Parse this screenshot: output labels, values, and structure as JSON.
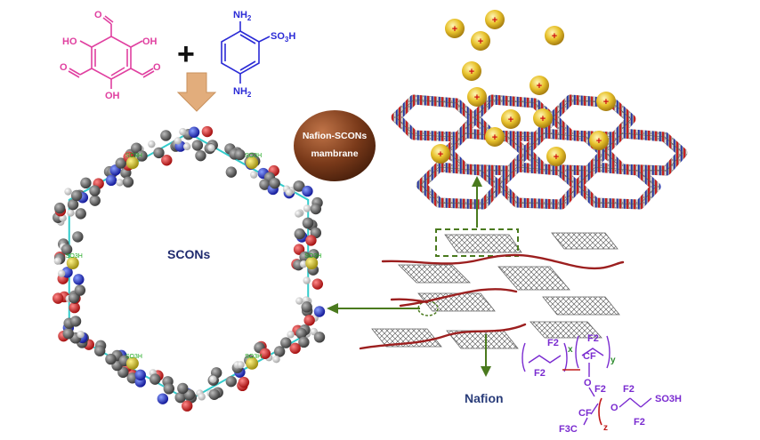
{
  "labels": {
    "center": "SCONs",
    "membrane_line1": "Nafion-SCONs",
    "membrane_line2": "mambrane",
    "nafion": "Nafion",
    "plus": "+",
    "cation": "+"
  },
  "monomer1": {
    "oh_top_left": "HO",
    "oh_top_right": "OH",
    "oh_bottom": "OH",
    "o1": "O",
    "o2": "O",
    "o3": "O"
  },
  "monomer2": {
    "nh2_top": "NH",
    "nh2_top_sub": "2",
    "nh2_bottom": "NH",
    "nh2_bottom_sub": "2",
    "so3h": "SO",
    "so3h_sub": "3",
    "so3h_h": "H"
  },
  "ring_labels": {
    "so3h": "SO3H"
  },
  "nafion_formula": {
    "f2_a": "F2",
    "f2_b": "F2",
    "f2_c": "F2",
    "cf": "CF",
    "x": "x",
    "y": "y",
    "z": "z",
    "o1": "O",
    "o2": "O",
    "f2_d": "F2",
    "f2_e": "F2",
    "f2_f": "F2",
    "cf2": "CF",
    "f3c": "F3C",
    "so3h": "SO3H"
  },
  "colors": {
    "monomer1": "#e040a0",
    "monomer2": "#2b2bd6",
    "arrow_fill": "#e2ad7c",
    "green_arrow": "#4a7a1e",
    "polymer": "#9c1f1f",
    "membrane_disc": "#7a3a1a",
    "formula": "#7a2bd0",
    "formula_red": "#c01818",
    "sphere": "#e8c22c",
    "nafion_label": "#2a3d7a"
  }
}
